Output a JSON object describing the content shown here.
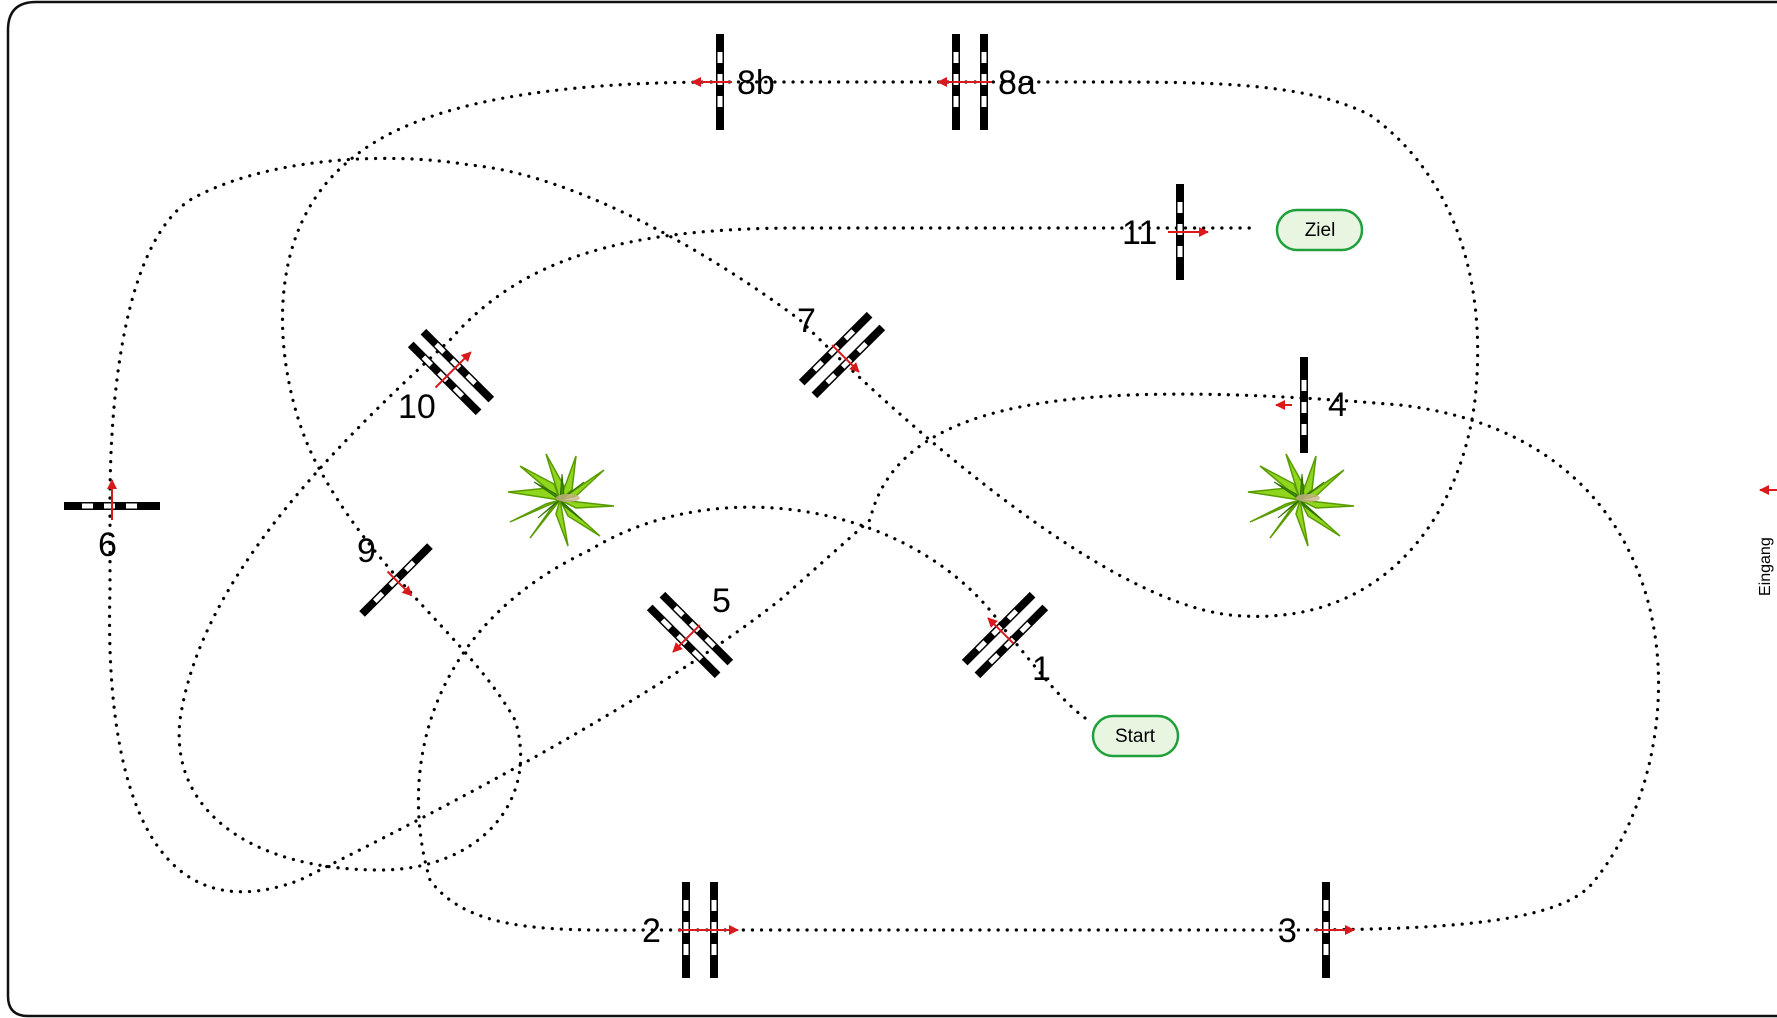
{
  "start_label": "Start",
  "finish_label": "Ziel",
  "entrance_label": "Eingang",
  "colors": {
    "arena_border": "#111111",
    "pill_fill": "#e8f6e1",
    "pill_stroke": "#1fa03a",
    "arrow": "#d9191b",
    "pole_dark": "#000000",
    "pole_light": "#ffffff"
  },
  "obstacles": [
    {
      "id": "1",
      "label": "1",
      "type": "oxer",
      "icon": "oxer-jump-icon"
    },
    {
      "id": "2",
      "label": "2",
      "type": "oxer",
      "icon": "oxer-jump-icon"
    },
    {
      "id": "3",
      "label": "3",
      "type": "vertical",
      "icon": "vertical-jump-icon"
    },
    {
      "id": "4",
      "label": "4",
      "type": "vertical",
      "icon": "vertical-jump-icon"
    },
    {
      "id": "5",
      "label": "5",
      "type": "oxer",
      "icon": "oxer-jump-icon"
    },
    {
      "id": "6",
      "label": "6",
      "type": "vertical",
      "icon": "vertical-jump-icon"
    },
    {
      "id": "7",
      "label": "7",
      "type": "oxer",
      "icon": "oxer-jump-icon"
    },
    {
      "id": "8a",
      "label": "8a",
      "type": "oxer",
      "icon": "oxer-jump-icon"
    },
    {
      "id": "8b",
      "label": "8b",
      "type": "vertical",
      "icon": "vertical-jump-icon"
    },
    {
      "id": "9",
      "label": "9",
      "type": "vertical",
      "icon": "vertical-jump-icon"
    },
    {
      "id": "10",
      "label": "10",
      "type": "oxer",
      "icon": "oxer-jump-icon"
    },
    {
      "id": "11",
      "label": "11",
      "type": "vertical",
      "icon": "vertical-jump-icon"
    }
  ],
  "decorations": [
    {
      "id": "plant-left",
      "icon": "plant-icon"
    },
    {
      "id": "plant-right",
      "icon": "plant-icon"
    }
  ]
}
